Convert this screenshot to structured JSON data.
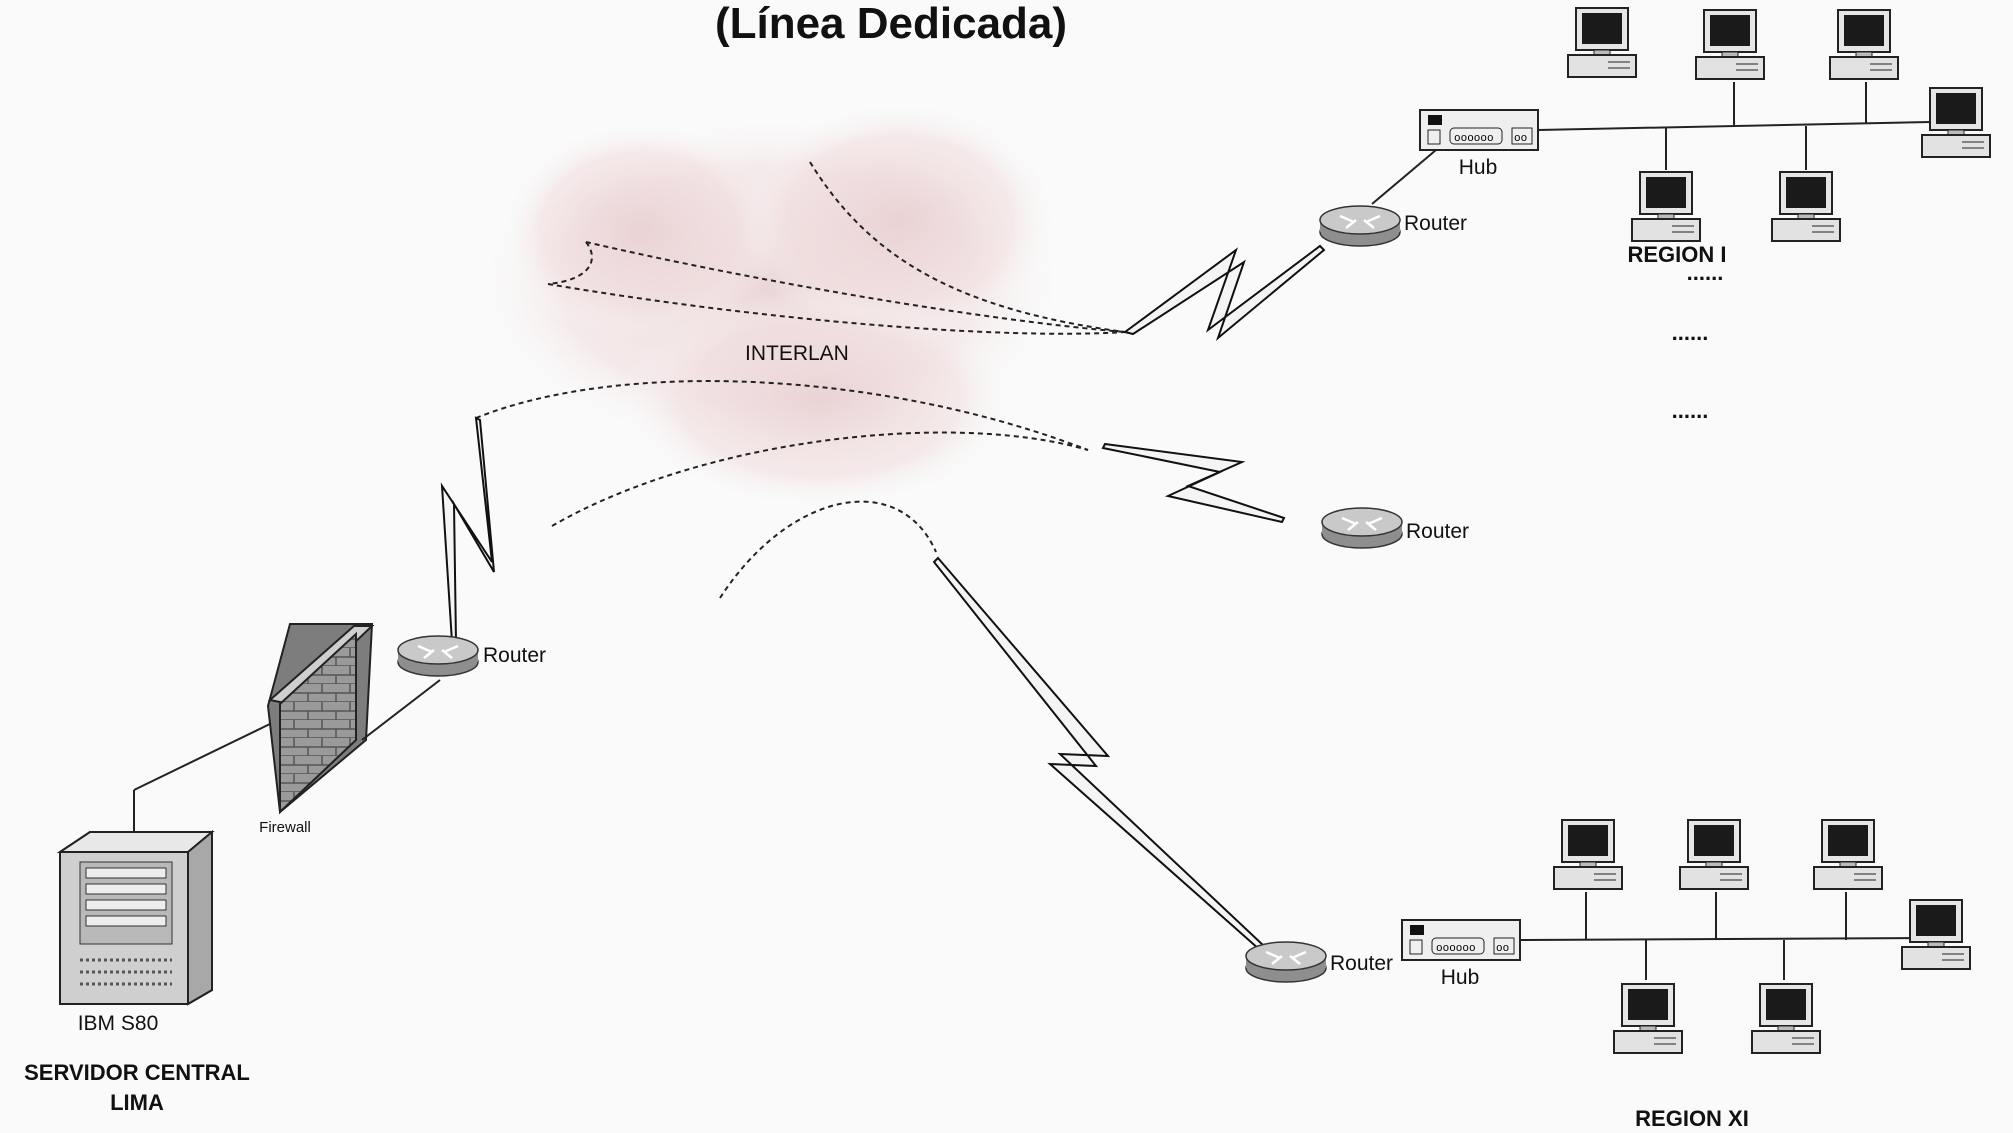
{
  "title": "(Línea Dedicada)",
  "cloud_label": "INTERLAN",
  "server": {
    "model": "IBM S80",
    "caption_line1": "SERVIDOR CENTRAL",
    "caption_line2": "LIMA"
  },
  "firewall_label": "Firewall",
  "routers": {
    "central": "Router",
    "region_1": "Router",
    "middle": "Router",
    "region_11": "Router"
  },
  "hubs": {
    "region_1": "Hub",
    "region_11": "Hub"
  },
  "regions": {
    "region_1": "REGION I",
    "region_11": "REGION XI"
  },
  "ellipsis": [
    "......",
    "......",
    "......"
  ],
  "colors": {
    "cloud": "#eed9da",
    "line": "#222222",
    "device_fill": "#d8d8d8"
  }
}
